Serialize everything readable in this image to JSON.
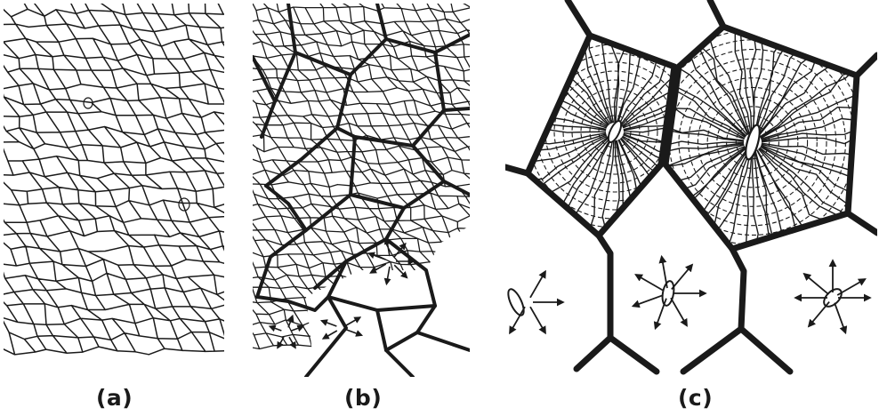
{
  "captions": {
    "a": "(a)",
    "b": "(b)",
    "c": "(c)"
  },
  "colors": {
    "ink": "#1a1a1a",
    "background": "#ffffff"
  }
}
